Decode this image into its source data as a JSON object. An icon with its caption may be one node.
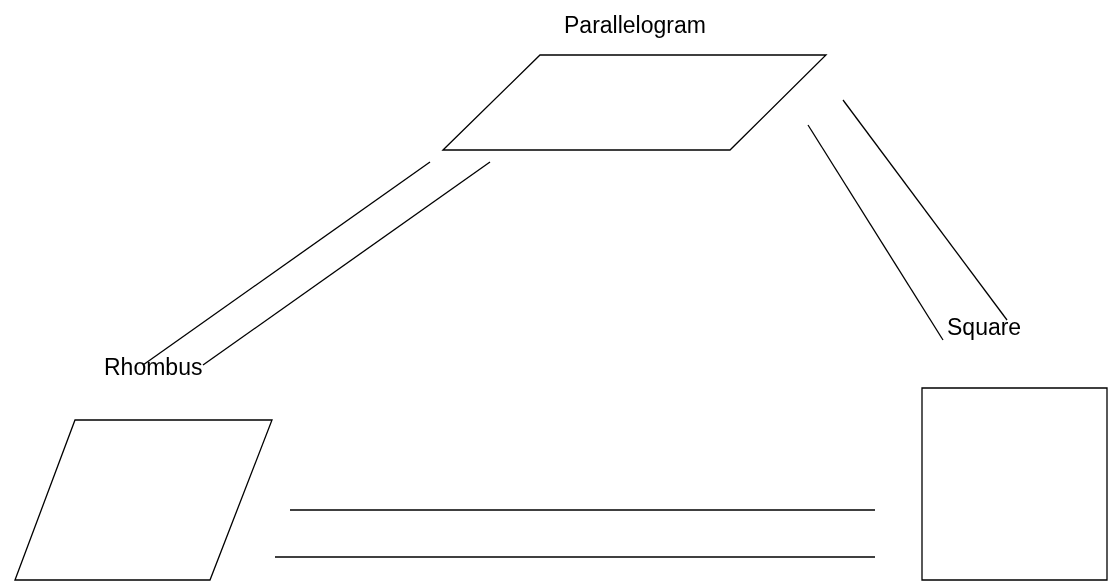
{
  "diagram": {
    "nodes": [
      {
        "text": [
          "Parallelogram"
        ]
      },
      {
        "text": [
          "Rhombus"
        ]
      },
      {
        "text": [
          "Square"
        ]
      }
    ],
    "edges": [
      {
        "from": 0,
        "to": 1,
        "arrow": "none"
      },
      {
        "from": 0,
        "to": 1,
        "arrow": "none"
      },
      {
        "from": 0,
        "to": 2,
        "arrow": "none"
      },
      {
        "from": 0,
        "to": 2,
        "arrow": "none"
      },
      {
        "from": 1,
        "to": 2,
        "arrow": "none"
      },
      {
        "from": 1,
        "to": 2,
        "arrow": "none"
      }
    ]
  }
}
